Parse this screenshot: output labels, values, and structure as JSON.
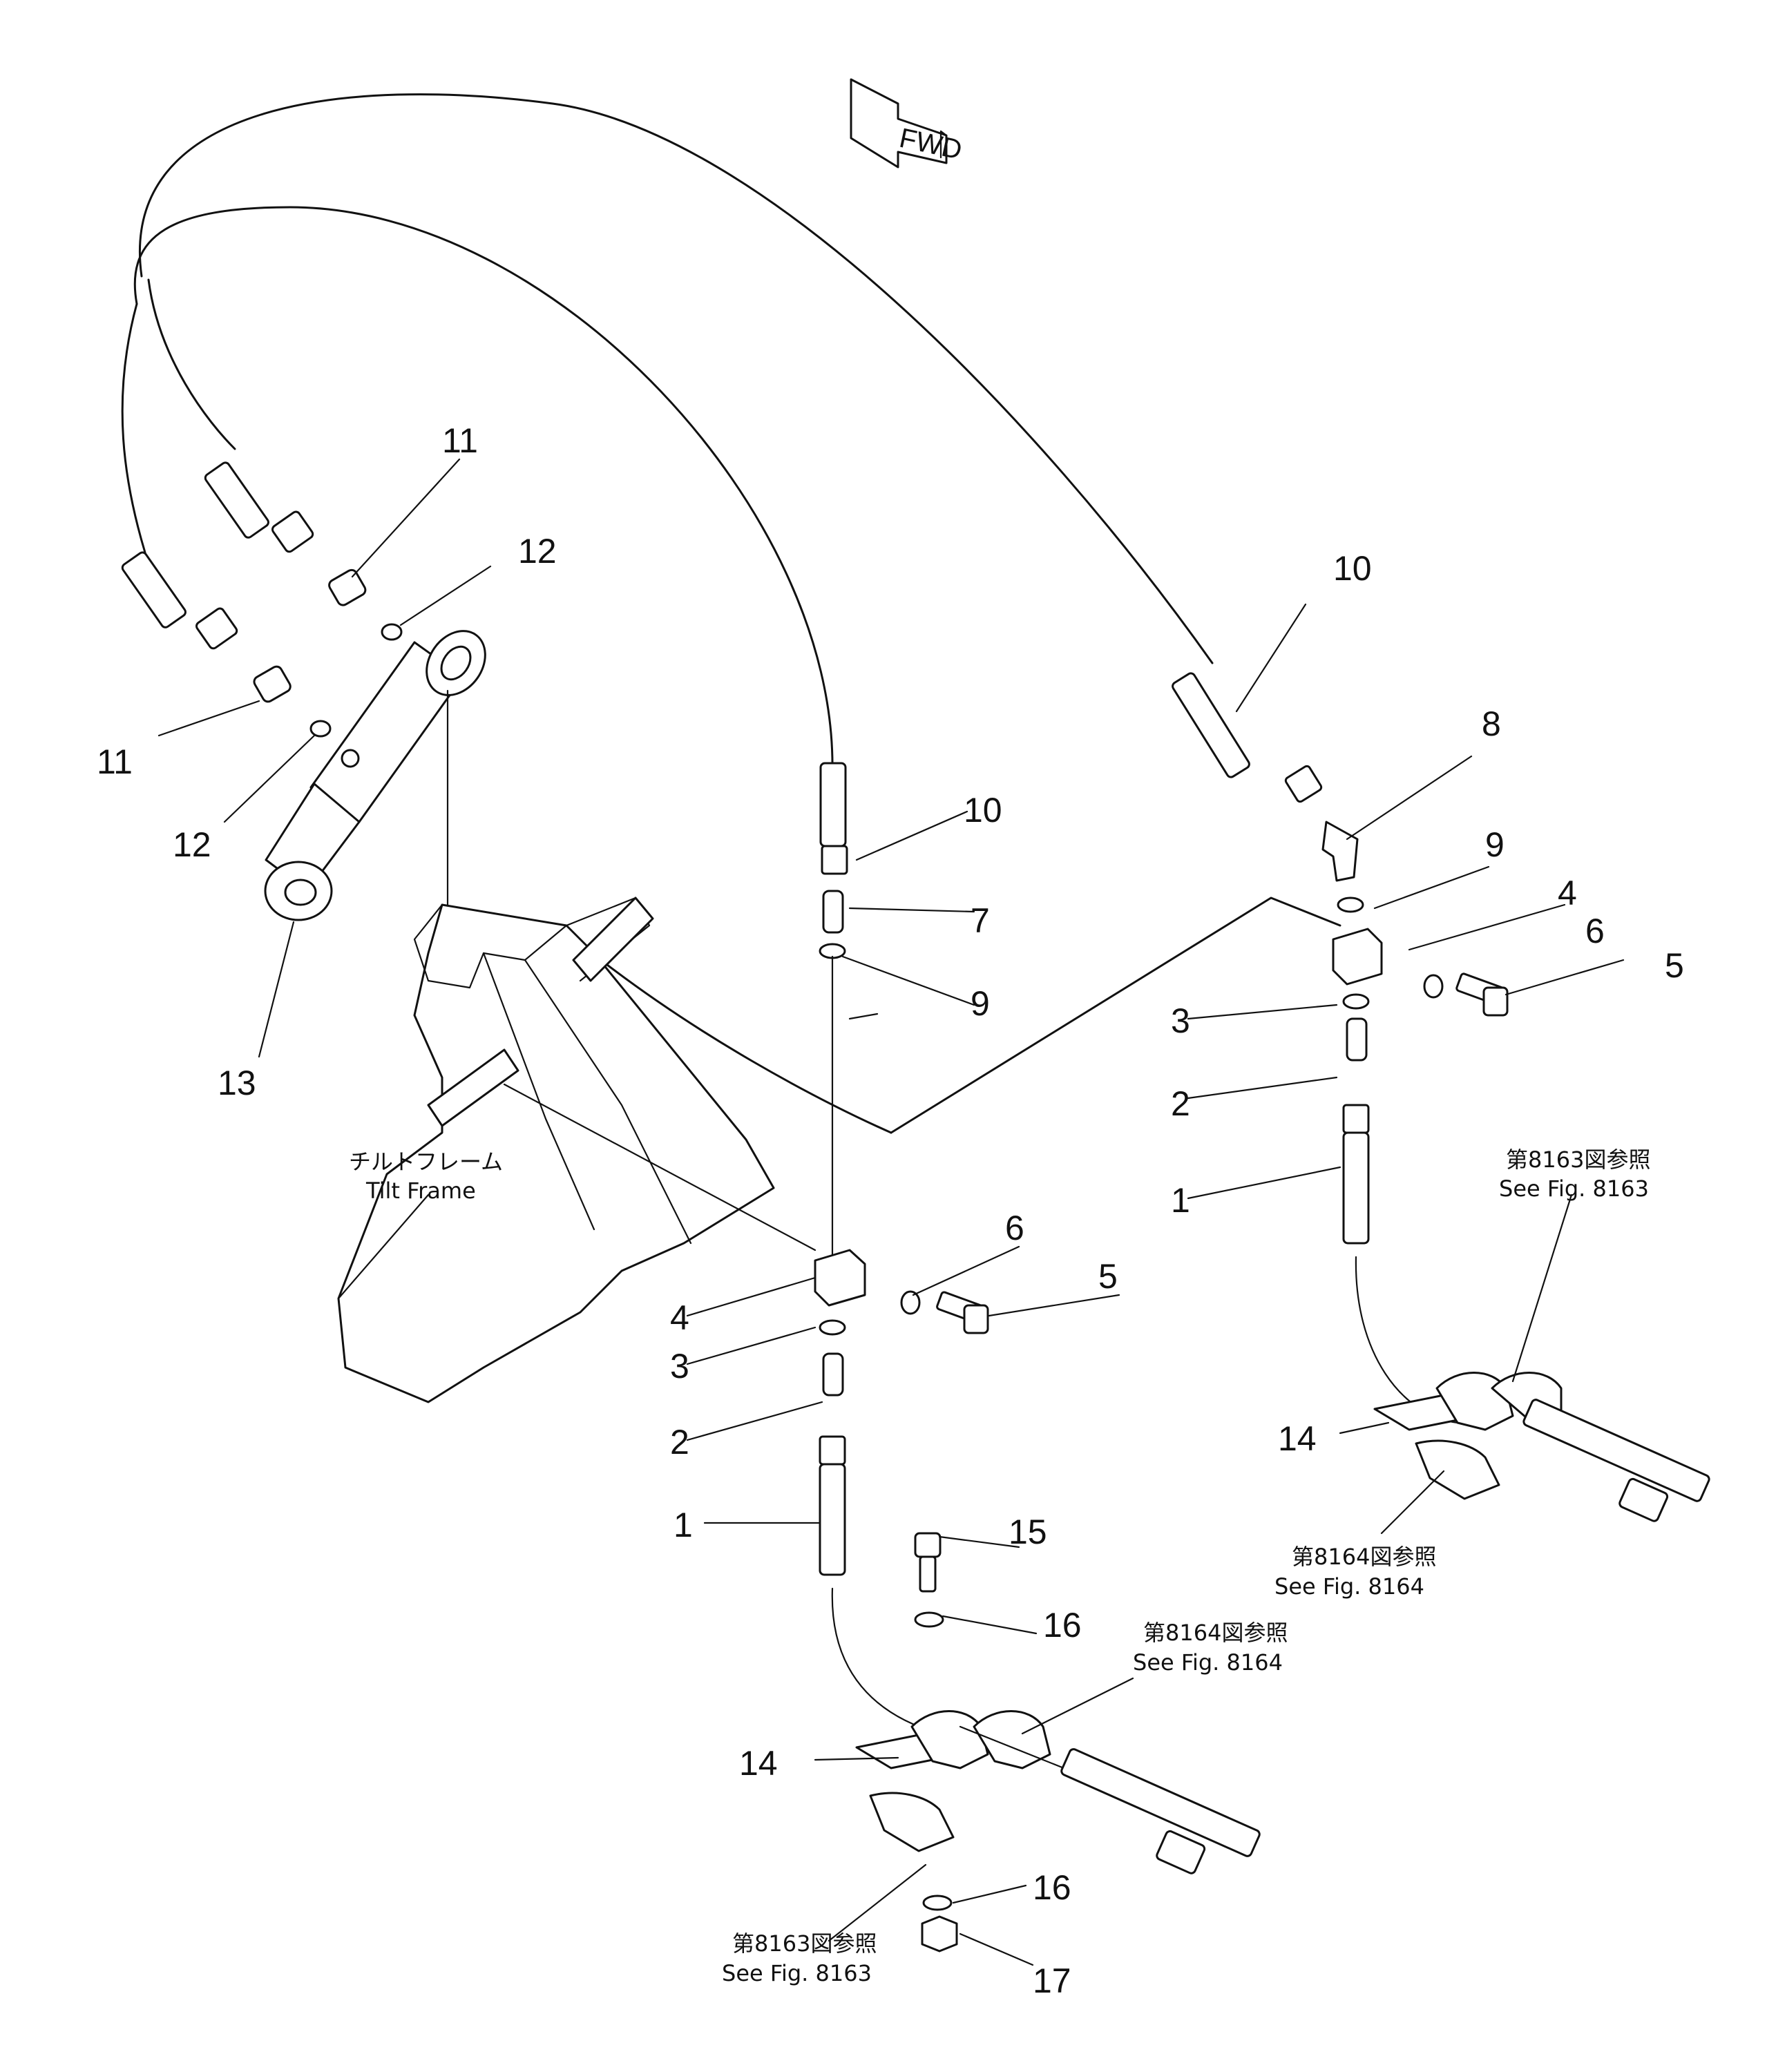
{
  "fwd_label": "FWD",
  "tilt_frame": {
    "jp": "チルトフレーム",
    "en": "Tilt Frame"
  },
  "refs": {
    "r8163_jp": "第8163図参照",
    "r8163_en": "See Fig. 8163",
    "r8164_jp": "第8164図参照",
    "r8164_en": "See Fig. 8164"
  },
  "callouts": {
    "n1": "1",
    "n2": "2",
    "n3": "3",
    "n4": "4",
    "n5": "5",
    "n6": "6",
    "n7": "7",
    "n8": "8",
    "n9": "9",
    "n10": "10",
    "n11": "11",
    "n12": "12",
    "n13": "13",
    "n14": "14",
    "n15": "15",
    "n16": "16",
    "n17": "17"
  }
}
